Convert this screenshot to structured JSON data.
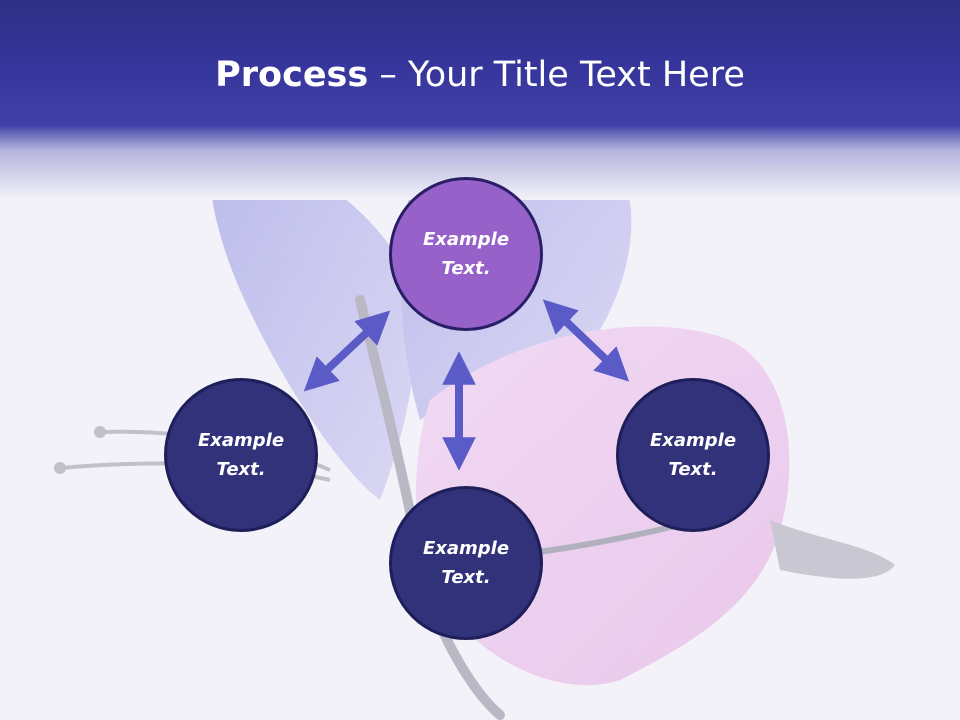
{
  "slide": {
    "title_strong": "Process",
    "title_rest": " – Your Title Text Here"
  },
  "nodes": [
    {
      "id": "top",
      "line1": "Example",
      "line2": "Text."
    },
    {
      "id": "left",
      "line1": "Example",
      "line2": "Text."
    },
    {
      "id": "right",
      "line1": "Example",
      "line2": "Text."
    },
    {
      "id": "bottom",
      "line1": "Example",
      "line2": "Text."
    }
  ],
  "colors": {
    "header": "#34349a",
    "node_fill": "#32327a",
    "node_top_fill": "#9662c9",
    "arrow": "#5b5bc8"
  }
}
